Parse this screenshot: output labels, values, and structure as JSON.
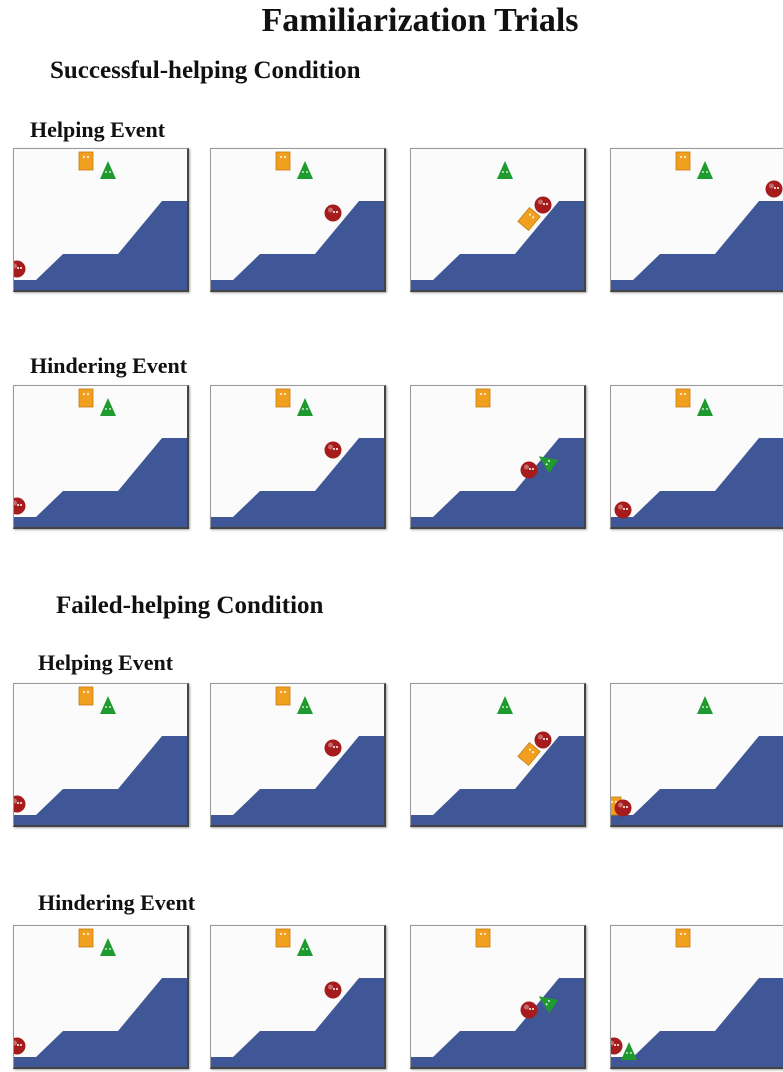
{
  "title": "Familiarization Trials",
  "conditions": [
    {
      "label": "Successful-helping Condition",
      "events": [
        {
          "label": "Helping Event",
          "frames": [
            {
              "ball": "bottom",
              "square": "top",
              "triangle": "top"
            },
            {
              "ball": "mid",
              "square": "top",
              "triangle": "top"
            },
            {
              "ball": "upper",
              "square": "push",
              "triangle": "top"
            },
            {
              "ball": "summit",
              "square": "top",
              "triangle": "top"
            }
          ]
        },
        {
          "label": "Hindering Event",
          "frames": [
            {
              "ball": "bottom",
              "square": "top",
              "triangle": "top"
            },
            {
              "ball": "mid",
              "square": "top",
              "triangle": "top"
            },
            {
              "ball": "mid-low",
              "square": "top",
              "triangle": "push"
            },
            {
              "ball": "bottom2",
              "square": "top",
              "triangle": "top"
            }
          ]
        }
      ]
    },
    {
      "label": "Failed-helping Condition",
      "events": [
        {
          "label": "Helping Event",
          "frames": [
            {
              "ball": "bottom",
              "square": "top",
              "triangle": "top"
            },
            {
              "ball": "mid",
              "square": "top",
              "triangle": "top"
            },
            {
              "ball": "upper",
              "square": "push",
              "triangle": "top"
            },
            {
              "ball": "bottom2",
              "square": "bottom",
              "triangle": "top"
            }
          ]
        },
        {
          "label": "Hindering Event",
          "frames": [
            {
              "ball": "bottom",
              "square": "top",
              "triangle": "top"
            },
            {
              "ball": "mid",
              "square": "top",
              "triangle": "top"
            },
            {
              "ball": "mid-low",
              "square": "top",
              "triangle": "push"
            },
            {
              "ball": "bottom",
              "square": "top",
              "triangle": "bottom"
            }
          ]
        }
      ]
    }
  ],
  "colors": {
    "hill": "#3f5797",
    "ball": "#a61b1b",
    "square": "#f0a01e",
    "triangle": "#1f9a2e"
  }
}
